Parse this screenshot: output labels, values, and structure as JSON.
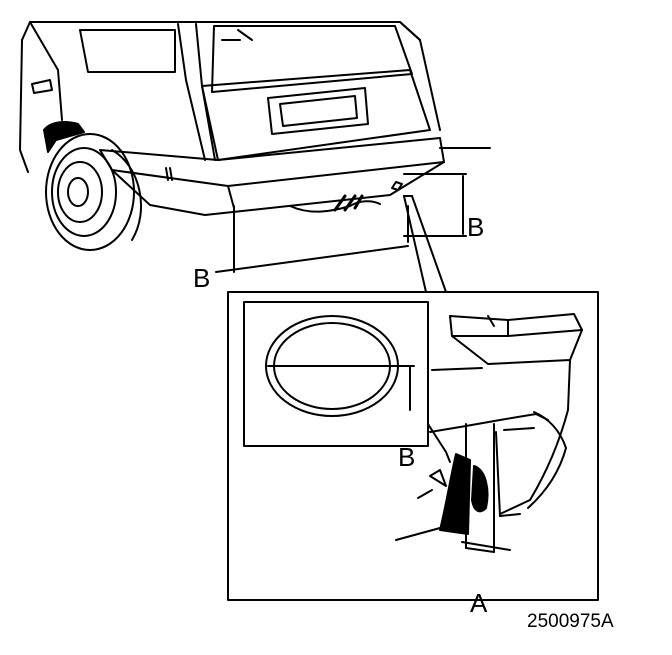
{
  "colors": {
    "ink": "#000000",
    "paper": "#ffffff"
  },
  "labels": {
    "b_right": "B",
    "b_left": "B",
    "b_inset": "B",
    "a": "A"
  },
  "figure_code": "2500975A"
}
